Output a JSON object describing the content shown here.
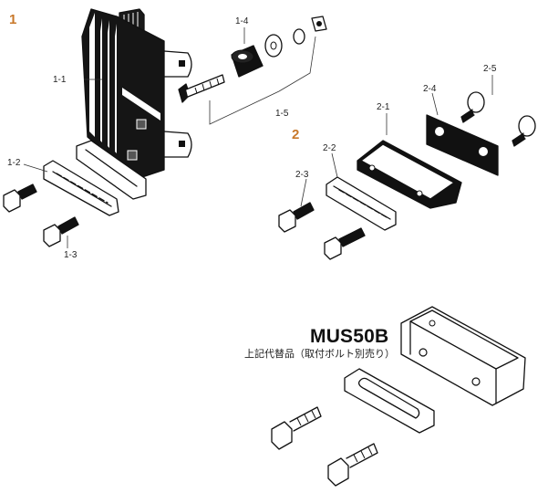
{
  "group_labels": {
    "g1": "1",
    "g2": "2"
  },
  "part_labels": {
    "p1_1": "1-1",
    "p1_2": "1-2",
    "p1_3": "1-3",
    "p1_4": "1-4",
    "p1_5": "1-5",
    "p2_1": "2-1",
    "p2_2": "2-2",
    "p2_3": "2-3",
    "p2_4": "2-4",
    "p2_5": "2-5"
  },
  "replacement": {
    "model": "MUS50B",
    "note": "上記代替品（取付ボルト別売り）"
  },
  "colors": {
    "group_label": "#c8782a",
    "ink": "#111111",
    "background": "#ffffff"
  }
}
